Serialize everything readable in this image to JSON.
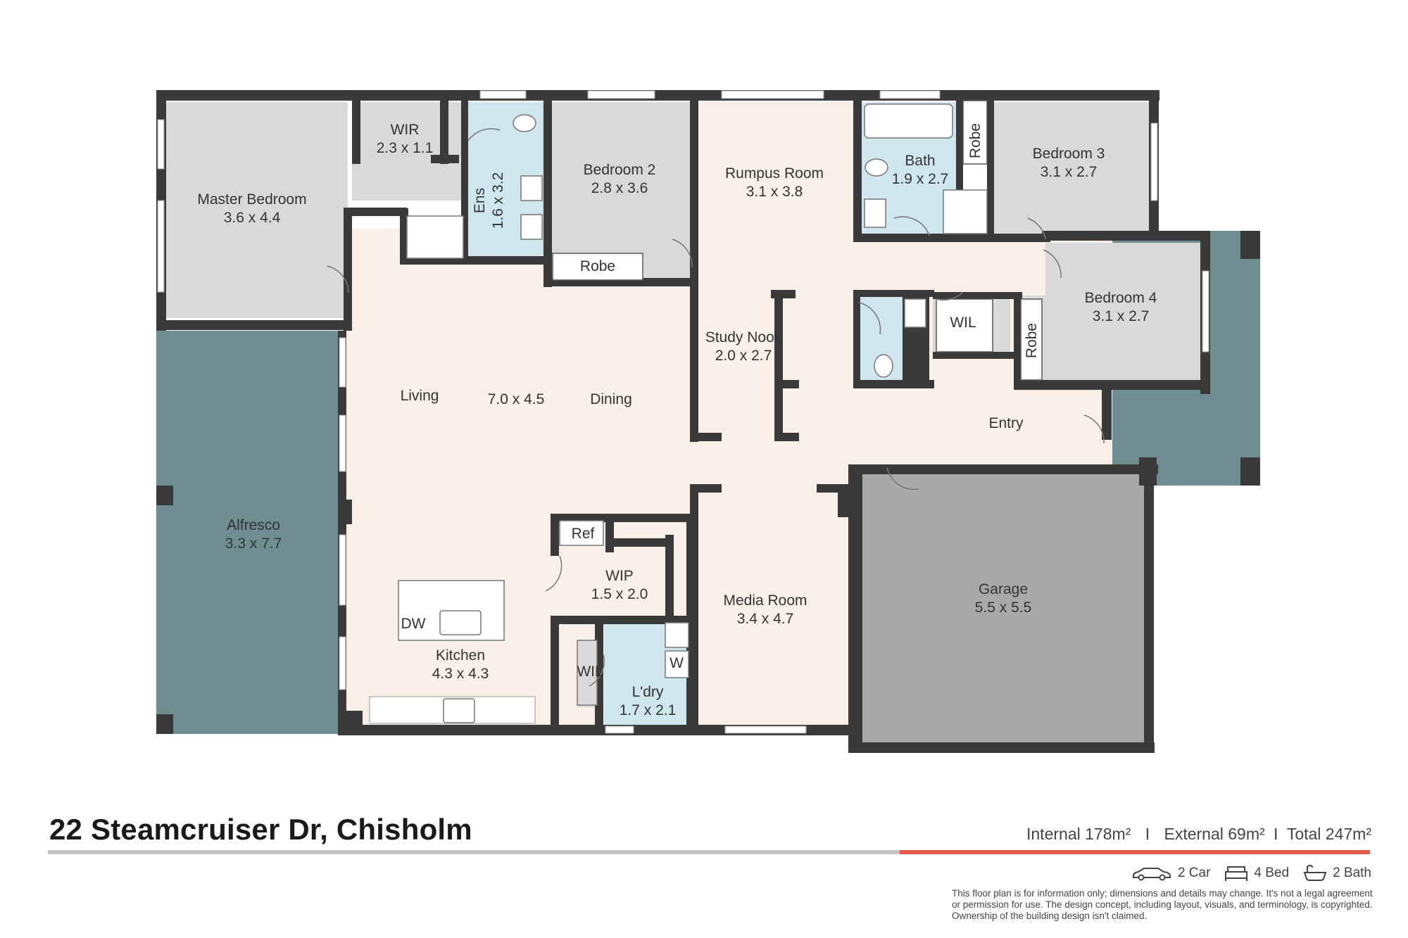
{
  "address": "22 Steamcruiser Dr, Chisholm",
  "areas": {
    "internal": "Internal 178m²",
    "sep1": "I",
    "external": "External 69m²",
    "sep2": "I",
    "total": "Total 247m²"
  },
  "features": {
    "car": "2 Car",
    "bed": "4 Bed",
    "bath": "2 Bath"
  },
  "disclaimer": "This floor plan is for information only; dimensions and details may change. It's not a legal agreement or permission for use. The design concept, including layout, visuals, and terminology, is copyrighted. Ownership of the building design isn't claimed.",
  "rooms": {
    "master_bedroom": {
      "name": "Master Bedroom",
      "dim": "3.6 x 4.4"
    },
    "wir": {
      "name": "WIR",
      "dim": "2.3 x 1.1"
    },
    "ens": {
      "name": "Ens",
      "dim": "1.6 x 3.2"
    },
    "bedroom2": {
      "name": "Bedroom 2",
      "dim": "2.8 x 3.6"
    },
    "robe_b2": {
      "name": "Robe"
    },
    "rumpus": {
      "name": "Rumpus Room",
      "dim": "3.1 x 3.8"
    },
    "bath": {
      "name": "Bath",
      "dim": "1.9 x 2.7"
    },
    "robe_b3": {
      "name": "Robe"
    },
    "bedroom3": {
      "name": "Bedroom 3",
      "dim": "3.1 x 2.7"
    },
    "bedroom4": {
      "name": "Bedroom 4",
      "dim": "3.1 x 2.7"
    },
    "wil_b4": {
      "name": "WIL"
    },
    "robe_b4": {
      "name": "Robe"
    },
    "study": {
      "name": "Study Nook",
      "dim": "2.0 x 2.7"
    },
    "living": {
      "name": "Living"
    },
    "living_dim": {
      "dim": "7.0 x 4.5"
    },
    "dining": {
      "name": "Dining"
    },
    "entry": {
      "name": "Entry"
    },
    "alfresco": {
      "name": "Alfresco",
      "dim": "3.3 x 7.7"
    },
    "ref": {
      "name": "Ref"
    },
    "wip": {
      "name": "WIP",
      "dim": "1.5 x 2.0"
    },
    "kitchen": {
      "name": "Kitchen",
      "dim": "4.3 x 4.3"
    },
    "dw": {
      "name": "DW"
    },
    "wil_ldry": {
      "name": "WIL"
    },
    "ldry": {
      "name": "L'dry",
      "dim": "1.7 x 2.1"
    },
    "w": {
      "name": "W"
    },
    "media": {
      "name": "Media Room",
      "dim": "3.4 x 4.7"
    },
    "garage": {
      "name": "Garage",
      "dim": "5.5 x 5.5"
    }
  },
  "colors": {
    "wall": "#3a3a3a",
    "living_area": "#f8f0e6",
    "bedroom": "#d9d9d9",
    "wet_area": "#cfe6ee",
    "outdoor": "#6e8e91",
    "garage": "#a9a9a9",
    "accent_red": "#e55a4d"
  }
}
